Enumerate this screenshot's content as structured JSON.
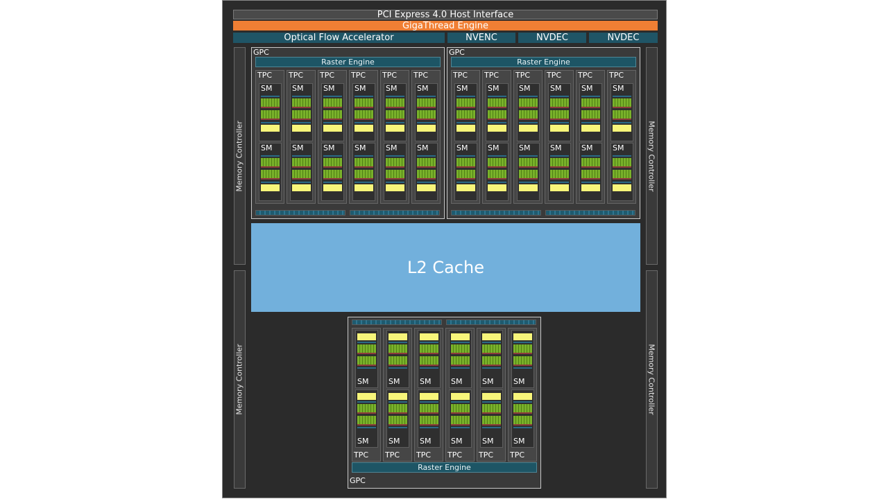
{
  "host_interface": "PCI Express 4.0 Host Interface",
  "gigathread": "GigaThread Engine",
  "optical_flow": "Optical Flow Accelerator",
  "nvenc": "NVENC",
  "nvdec": "NVDEC",
  "memory_controller": "Memory Controller",
  "l2_cache": "L2 Cache",
  "gpc_label": "GPC",
  "raster_engine": "Raster Engine",
  "tpc_label": "TPC",
  "sm_label": "SM",
  "counts": {
    "gpcs": 3,
    "tpcs_per_gpc": 6,
    "sms_per_tpc": 2,
    "memory_controllers": 4
  },
  "colors": {
    "chip_background": "#2b2b2b",
    "gigathread": "#f07f34",
    "accelerator_blocks": "#1f5566",
    "l2_cache": "#72b0dc",
    "cuda_cores": "#79b12a",
    "tensor_cores": "#8d3b3b",
    "rt_core": "#f7f57a"
  }
}
